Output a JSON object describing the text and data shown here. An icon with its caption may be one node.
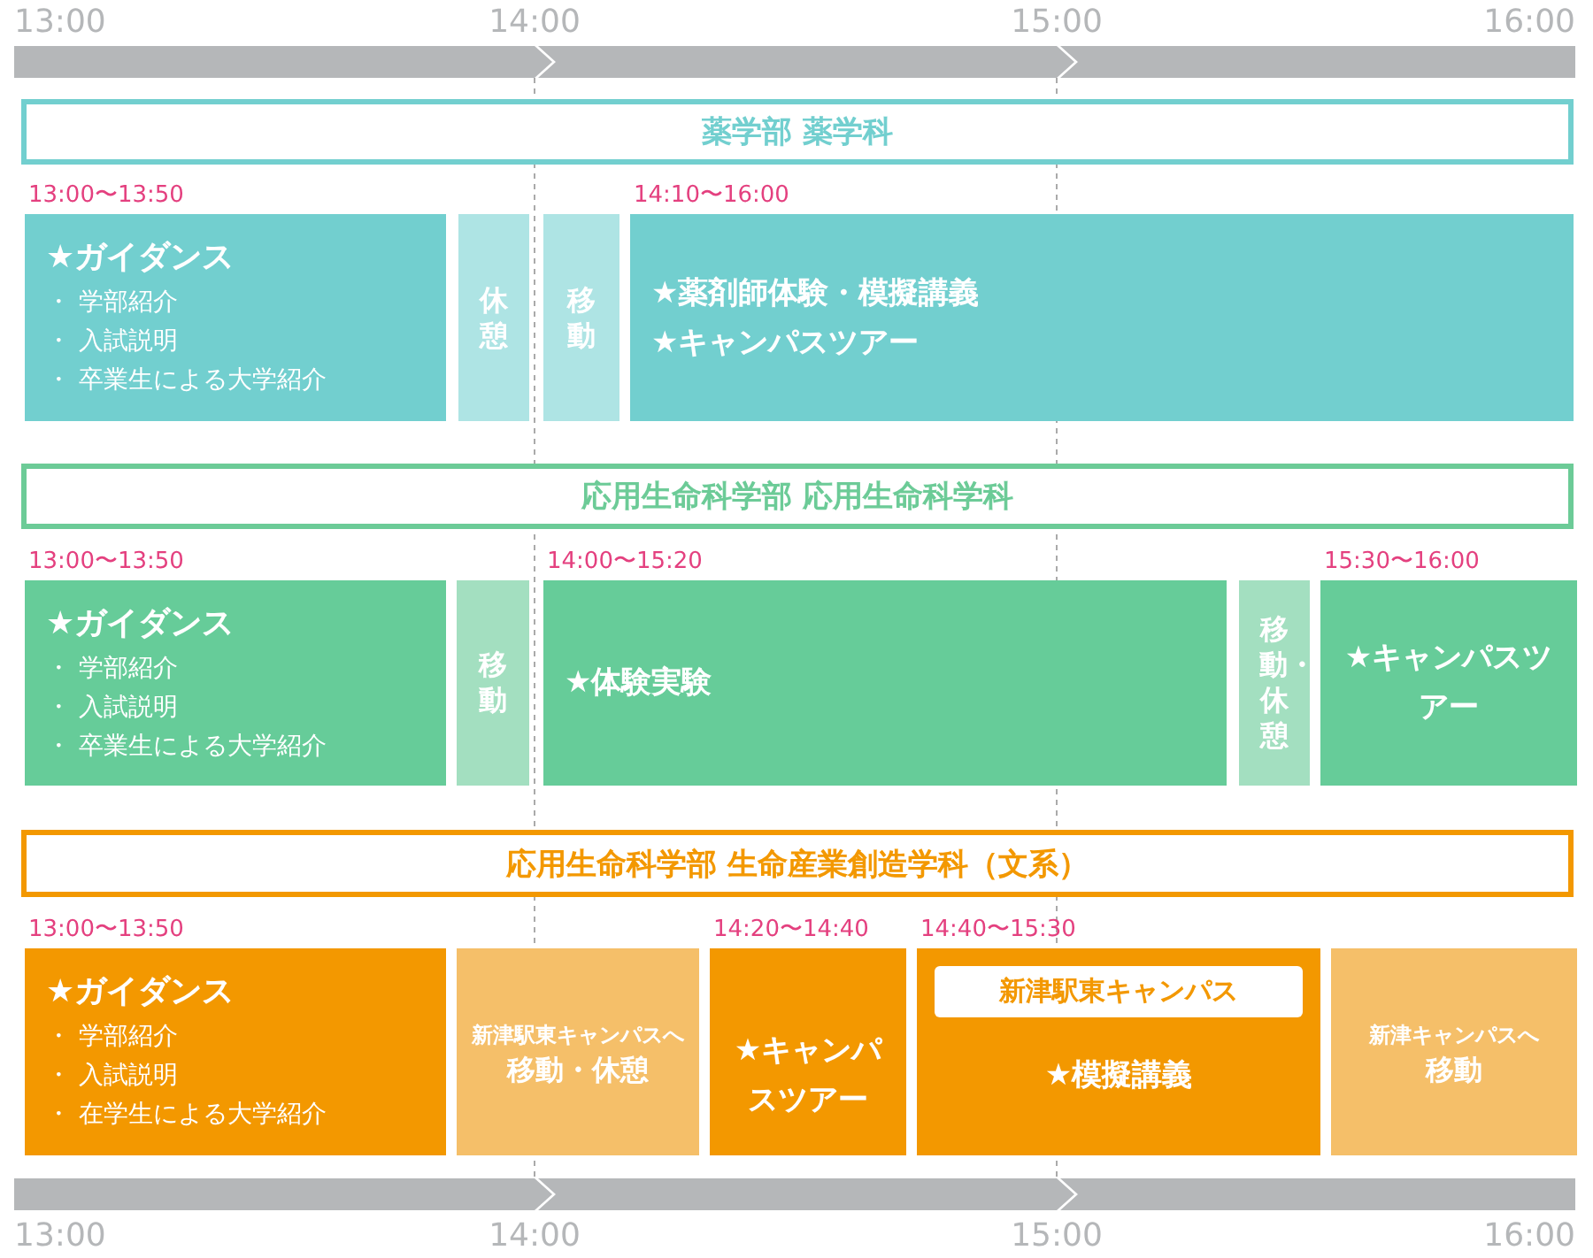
{
  "diagram": {
    "nodes": [
      {
        "text": [
          "薬学部 薬学科"
        ]
      },
      {
        "text": [
          "★ガイダンス",
          "・ 学部紹介",
          "・ 入試説明",
          "・ 卒業生による大学紹介"
        ],
        "beside": [
          "13:00〜13:50"
        ]
      },
      {
        "text": [
          "休憩"
        ]
      },
      {
        "text": [
          "移動"
        ]
      },
      {
        "text": [
          "★薬剤師体験・模擬講義",
          "★キャンパスツアー"
        ],
        "beside": [
          "14:10〜16:00"
        ]
      },
      {
        "text": [
          "応用生命科学部 応用生命科学科"
        ]
      },
      {
        "text": [
          "★ガイダンス",
          "・ 学部紹介",
          "・ 入試説明",
          "・ 卒業生による大学紹介"
        ],
        "beside": [
          "13:00〜13:50"
        ]
      },
      {
        "text": [
          "移動"
        ]
      },
      {
        "text": [
          "★体験実験"
        ],
        "beside": [
          "14:00〜15:20"
        ]
      },
      {
        "text": [
          "移動・休憩"
        ]
      },
      {
        "text": [
          "★キャンパスツアー"
        ],
        "beside": [
          "15:30〜16:00"
        ]
      },
      {
        "text": [
          "応用生命科学部 生命産業創造学科（文系）"
        ]
      },
      {
        "text": [
          "★ガイダンス",
          "・ 学部紹介",
          "・ 入試説明",
          "・ 在学生による大学紹介"
        ],
        "beside": [
          "13:00〜13:50"
        ]
      },
      {
        "text": [
          "新津駅東キャンパスへ",
          "移動・休憩"
        ]
      },
      {
        "text": [
          "★キャンパスツアー"
        ],
        "beside": [
          "14:20〜14:40"
        ]
      },
      {
        "text": [
          "★模擬講義"
        ],
        "beside": [
          "14:40〜15:30"
        ]
      },
      {
        "text": [
          "新津駅東キャンパス"
        ],
        "in": 15
      },
      {
        "text": [
          "新津キャンパスへ",
          "移動"
        ]
      }
    ],
    "labels": [
      "13:00",
      "14:00",
      "15:00",
      "16:00",
      "13:00",
      "14:00",
      "15:00",
      "16:00"
    ]
  }
}
